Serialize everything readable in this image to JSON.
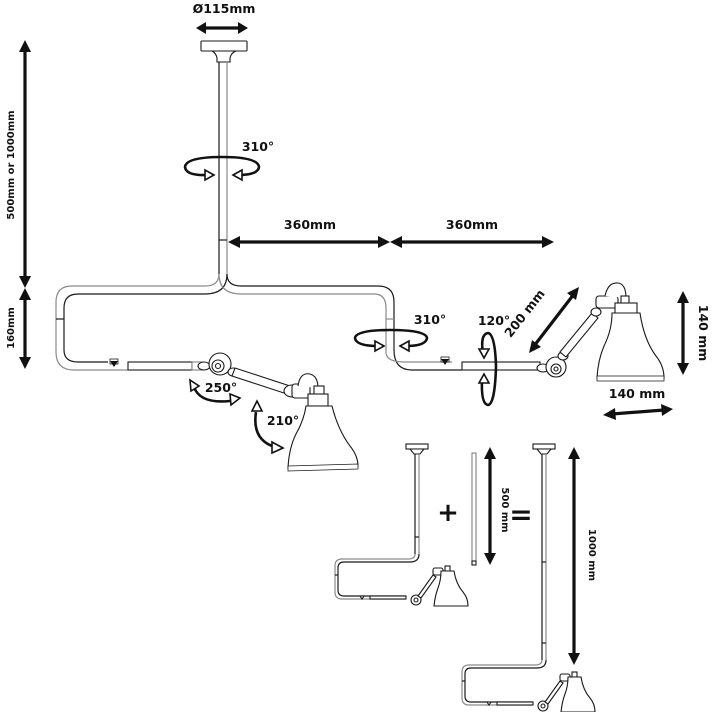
{
  "title": "Ceiling lamp dimension diagram",
  "dimensions": {
    "canopy_diameter": "Ø115mm",
    "drop_height": "500mm or 1000mm",
    "bend_height": "160mm",
    "arm_span_left": "360mm",
    "arm_span_right": "360mm",
    "arm_length": "200 mm",
    "shade_height": "140 mm",
    "shade_width": "140 mm",
    "extension_length": "500 mm",
    "total_extended_length": "1000 mm"
  },
  "rotations": {
    "stem_rotation": "310°",
    "elbow_rotation": "310°",
    "arm_tilt": "120°",
    "elbow_joint": "250°",
    "shade_joint": "210°"
  },
  "assembly": {
    "plus_symbol": "+",
    "equals_symbol": "="
  }
}
